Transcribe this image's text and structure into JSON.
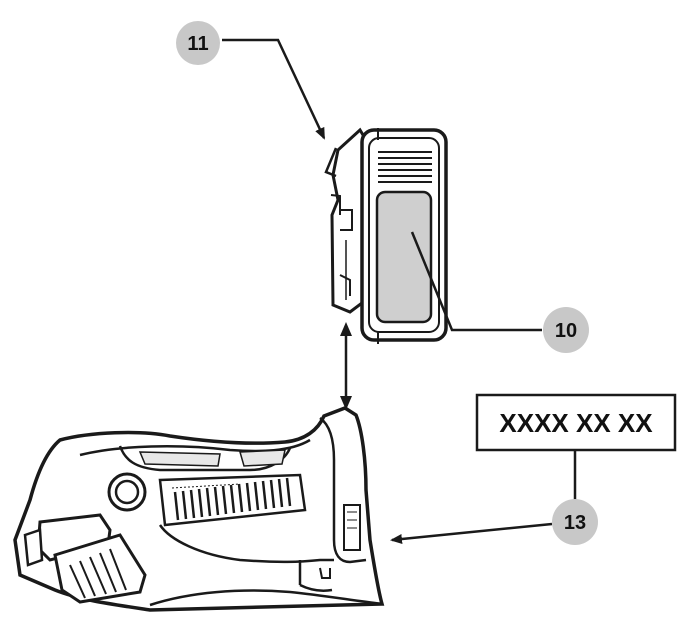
{
  "callouts": [
    {
      "id": "c11",
      "label": "11"
    },
    {
      "id": "c10",
      "label": "10"
    },
    {
      "id": "c13",
      "label": "13"
    }
  ],
  "serial_label": {
    "text": "XXXX XX XX"
  },
  "colors": {
    "line": "#1a1a1a",
    "callout_fill": "#c8c8c8",
    "battery_window": "#cfcfcf",
    "background": "#ffffff"
  }
}
